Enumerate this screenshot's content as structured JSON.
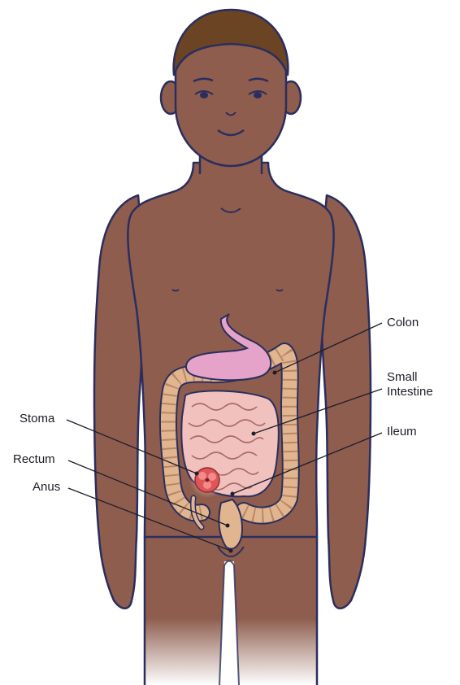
{
  "labels": {
    "colon": "Colon",
    "small_intestine_1": "Small",
    "small_intestine_2": "Intestine",
    "ileum": "Ileum",
    "stoma": "Stoma",
    "rectum": "Rectum",
    "anus": "Anus"
  },
  "colors": {
    "skin": "#8e5d4e",
    "skin_shadow": "#7c4f42",
    "outline": "#2a2e5e",
    "hair": "#6b4424",
    "stomach": "#e6a3c9",
    "small_intestine": "#f1c2bd",
    "colon": "#e2b591",
    "stoma": "#e05656"
  }
}
